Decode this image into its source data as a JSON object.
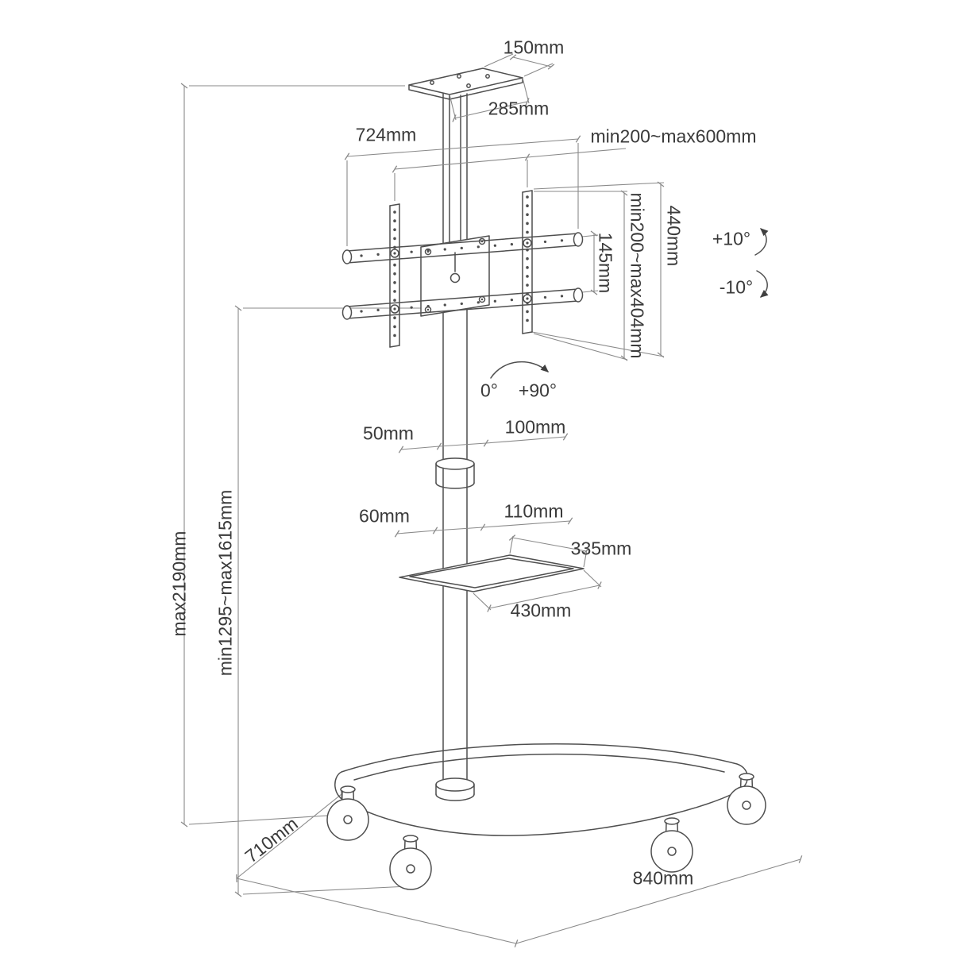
{
  "colors": {
    "background": "#ffffff",
    "drawing_line": "#4f4f4f",
    "dimension_line": "#8a8a8a",
    "text": "#3a3a3a"
  },
  "diagram": {
    "labels": {
      "top_plate_depth": "150mm",
      "top_plate_width": "285mm",
      "bracket_width": "724mm",
      "vesa_width_range": "min200~max600mm",
      "bracket_height": "440mm",
      "vesa_height_range": "min200~max404mm",
      "rail_spacing": "145mm",
      "tilt_up": "+10°",
      "tilt_down": "-10°",
      "swivel_min": "0°",
      "swivel_max": "+90°",
      "clamp_depth": "50mm",
      "clamp_width": "100mm",
      "shelf_bracket_depth": "60mm",
      "shelf_bracket_width": "110mm",
      "shelf_depth": "335mm",
      "shelf_width": "430mm",
      "max_total_height": "max2190mm",
      "column_height_range": "min1295~max1615mm",
      "base_depth": "710mm",
      "base_width": "840mm"
    }
  }
}
